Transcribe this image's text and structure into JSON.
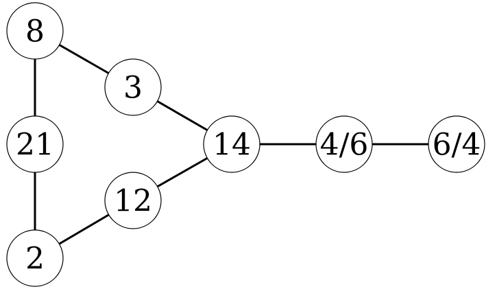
{
  "graph": {
    "nodes": [
      {
        "id": "n8",
        "label": "8"
      },
      {
        "id": "n3",
        "label": "3"
      },
      {
        "id": "n21",
        "label": "21"
      },
      {
        "id": "n14",
        "label": "14"
      },
      {
        "id": "n46",
        "label": "4/6"
      },
      {
        "id": "n64",
        "label": "6/4"
      },
      {
        "id": "n12",
        "label": "12"
      },
      {
        "id": "n2",
        "label": "2"
      }
    ],
    "edges": [
      {
        "from": "n8",
        "to": "n3"
      },
      {
        "from": "n8",
        "to": "n21"
      },
      {
        "from": "n21",
        "to": "n2"
      },
      {
        "from": "n2",
        "to": "n12"
      },
      {
        "from": "n12",
        "to": "n14"
      },
      {
        "from": "n3",
        "to": "n14"
      },
      {
        "from": "n14",
        "to": "n46"
      },
      {
        "from": "n46",
        "to": "n64"
      }
    ]
  },
  "style": {
    "stroke_color": "#000000",
    "fill_color": "#ffffff"
  }
}
